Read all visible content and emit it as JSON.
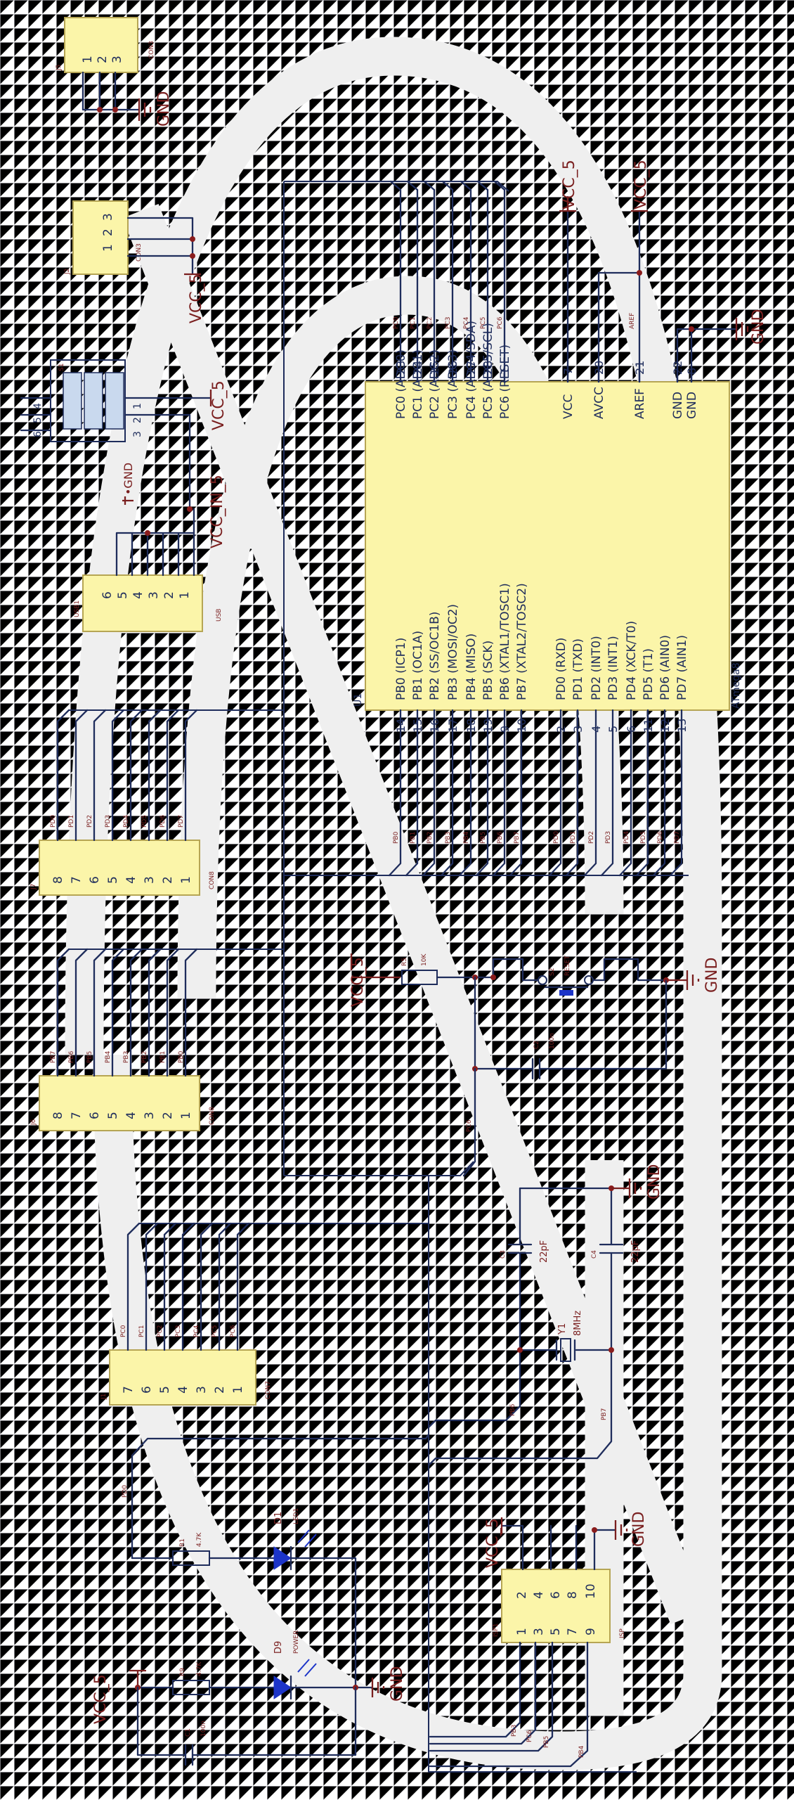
{
  "u1": {
    "ref": "U1",
    "part": "ATmega8",
    "left_pins": [
      {
        "num": "23",
        "name": "PC0 (ADC0)",
        "net": "PC0"
      },
      {
        "num": "24",
        "name": "PC1 (ADC1)",
        "net": "PC1"
      },
      {
        "num": "25",
        "name": "PC2 (ADC2)",
        "net": "PC2"
      },
      {
        "num": "26",
        "name": "PC3 (ADC3)",
        "net": "PC3"
      },
      {
        "num": "27",
        "name": "PC4 (ADC4/SDA)",
        "net": "PC4"
      },
      {
        "num": "28",
        "name": "PC5 (ADC5/SCL)",
        "net": "PC5"
      },
      {
        "num": "1",
        "name": "PC6 (RESET)",
        "net": "PC6"
      },
      {
        "num": "7",
        "name": "VCC",
        "net": ""
      },
      {
        "num": "20",
        "name": "AVCC",
        "net": ""
      },
      {
        "num": "21",
        "name": "AREF",
        "net": "AREF"
      },
      {
        "num": "22",
        "name": "GND",
        "net": ""
      },
      {
        "num": "8",
        "name": "GND",
        "net": ""
      }
    ],
    "right_pins": [
      {
        "num": "14",
        "name": "PB0 (ICP1)",
        "net": "PB0"
      },
      {
        "num": "15",
        "name": "PB1 (OC1A)",
        "net": "PB1"
      },
      {
        "num": "16",
        "name": "PB2 (SS/OC1B)",
        "net": "PB2"
      },
      {
        "num": "17",
        "name": "PB3 (MOSI/OC2)",
        "net": "PB3"
      },
      {
        "num": "18",
        "name": "PB4 (MISO)",
        "net": "PB4"
      },
      {
        "num": "19",
        "name": "PB5 (SCK)",
        "net": "PB5"
      },
      {
        "num": "9",
        "name": "PB6 (XTAL1/TOSC1)",
        "net": "PB6"
      },
      {
        "num": "10",
        "name": "PB7 (XTAL2/TOSC2)",
        "net": "PB7"
      },
      {
        "num": "2",
        "name": "PD0 (RXD)",
        "net": "PD0"
      },
      {
        "num": "3",
        "name": "PD1 (TXD)",
        "net": "PD1"
      },
      {
        "num": "4",
        "name": "PD2 (INT0)",
        "net": "PD2"
      },
      {
        "num": "5",
        "name": "PD3 (INT1)",
        "net": "PD3"
      },
      {
        "num": "6",
        "name": "PD4 (XCK/T0)",
        "net": "PD4"
      },
      {
        "num": "11",
        "name": "PD5 (T1)",
        "net": "PD5"
      },
      {
        "num": "12",
        "name": "PD6 (AIN0)",
        "net": "PD6"
      },
      {
        "num": "13",
        "name": "PD7 (AIN1)",
        "net": "PD7"
      }
    ]
  },
  "power": {
    "vcc5": "VCC_5",
    "vcc_in5": "VCC_IN_5",
    "gnd": "GND",
    "gnd_dot": "•GND"
  },
  "j7": {
    "ref": "J7",
    "part": "CON8",
    "pins": [
      "8",
      "7",
      "6",
      "5",
      "4",
      "3",
      "2",
      "1"
    ],
    "nets": [
      "PD0",
      "PD1",
      "PD2",
      "PD3",
      "PD4",
      "PD5",
      "PD6",
      "PD7"
    ]
  },
  "j6": {
    "ref": "J6",
    "part": "CON8",
    "pins": [
      "8",
      "7",
      "6",
      "5",
      "4",
      "3",
      "2",
      "1"
    ],
    "nets": [
      "PB7",
      "PB6",
      "PB5",
      "PB4",
      "PB3",
      "PB2",
      "PB1",
      "PB0"
    ]
  },
  "j1": {
    "ref": "J1",
    "part": "CON7",
    "pins": [
      "7",
      "6",
      "5",
      "4",
      "3",
      "2",
      "1"
    ],
    "nets": [
      "PC0",
      "PC1",
      "PC2",
      "PC3",
      "PC4",
      "PC5",
      "PC6"
    ]
  },
  "j5": {
    "ref": "J5",
    "part": "CON3",
    "pins": [
      "1",
      "2",
      "3"
    ]
  },
  "j2": {
    "ref": "J2",
    "part": "CON3",
    "pins": [
      "3",
      "2",
      "1"
    ]
  },
  "usb": {
    "ref": "USB1",
    "part": "USB",
    "pins": [
      "6",
      "5",
      "4",
      "3",
      "2",
      "1"
    ]
  },
  "s1": {
    "ref": "S1",
    "pins_top": [
      "4",
      "5",
      "6"
    ],
    "pins_bottom": [
      "1",
      "2",
      "3"
    ]
  },
  "reset": {
    "r5_ref": "R5",
    "r5_val": "10K",
    "sw_ref": "S2",
    "sw_val": "RESET",
    "c2_ref": "C2",
    "c2_val": "100n",
    "net": "PC6"
  },
  "crystal": {
    "c3_ref": "C3",
    "c3_val": "22pF",
    "c4_ref": "C4",
    "c4_val": "22pF",
    "y1_ref": "Y1",
    "y1_val": "8MHz",
    "net_left": "PB6",
    "net_right": "PB7"
  },
  "leds": {
    "r1_ref": "R1",
    "r1_val": "4.7K",
    "d1_ref": "D1",
    "d1_val": "LED1",
    "r9_ref": "R9",
    "r9_val": "4.7K",
    "d9_ref": "D9",
    "d9_val": "POWER",
    "c1_ref": "C1",
    "c1_val": "100n",
    "net": "PD0"
  },
  "isp": {
    "ref": "ISP1",
    "part": "ISP",
    "pins_top": [
      "2",
      "4",
      "6",
      "8",
      "10"
    ],
    "pins_bottom": [
      "1",
      "3",
      "5",
      "7",
      "9"
    ],
    "nets": [
      "PB3",
      "PC6",
      "PB5",
      "PB4"
    ]
  }
}
